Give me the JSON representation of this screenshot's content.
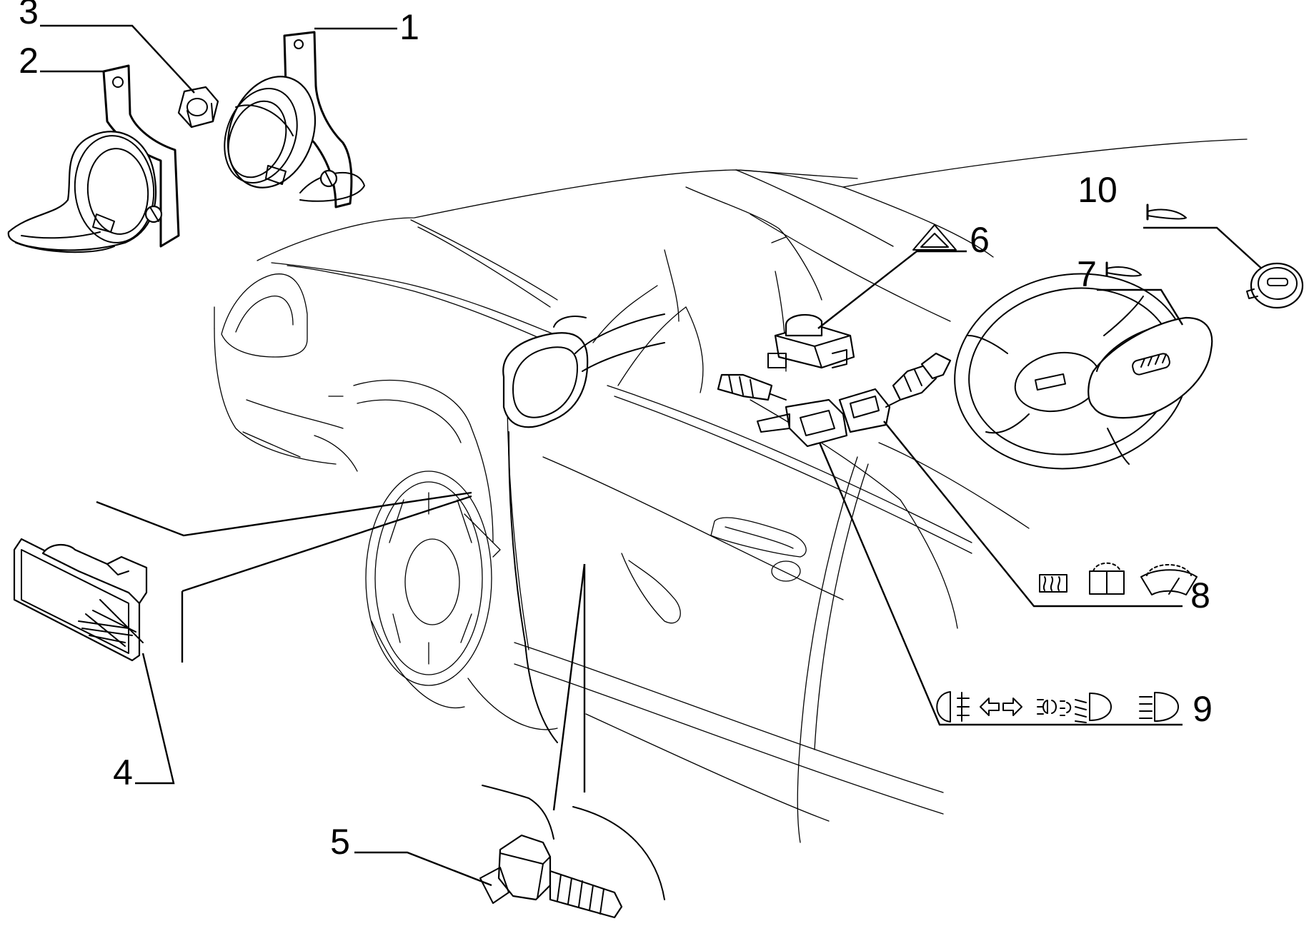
{
  "callouts": {
    "c1": "1",
    "c2": "2",
    "c3": "3",
    "c4": "4",
    "c5": "5",
    "c6": "6",
    "c7": "7",
    "c8": "8",
    "c9": "9",
    "c10": "10"
  },
  "parts": [
    {
      "callout": "1",
      "icon": "horn-round"
    },
    {
      "callout": "2",
      "icon": "horn-snail"
    },
    {
      "callout": "3",
      "icon": "hex-nut"
    },
    {
      "callout": "4",
      "icon": "side-repeater-lamp"
    },
    {
      "callout": "5",
      "icon": "door-switch"
    },
    {
      "callout": "6",
      "icon": "hazard-switch",
      "symbol": "hazard-triangle-icon"
    },
    {
      "callout": "7",
      "icon": "steering-wheel-horn-pad",
      "symbol": "horn-icon"
    },
    {
      "callout": "8",
      "icon": "wiper-stalk",
      "symbols": [
        "rear-defrost-icon",
        "rear-wiper-icon",
        "front-wiper-icon"
      ]
    },
    {
      "callout": "9",
      "icon": "light-stalk",
      "symbols": [
        "rear-fog-icon",
        "turn-left-icon",
        "turn-right-icon",
        "side-light-icon",
        "low-beam-icon",
        "high-beam-icon"
      ]
    },
    {
      "callout": "10",
      "icon": "horn-button",
      "symbol": "horn-icon"
    }
  ],
  "colors": {
    "ink": "#000000",
    "paper": "#ffffff"
  }
}
